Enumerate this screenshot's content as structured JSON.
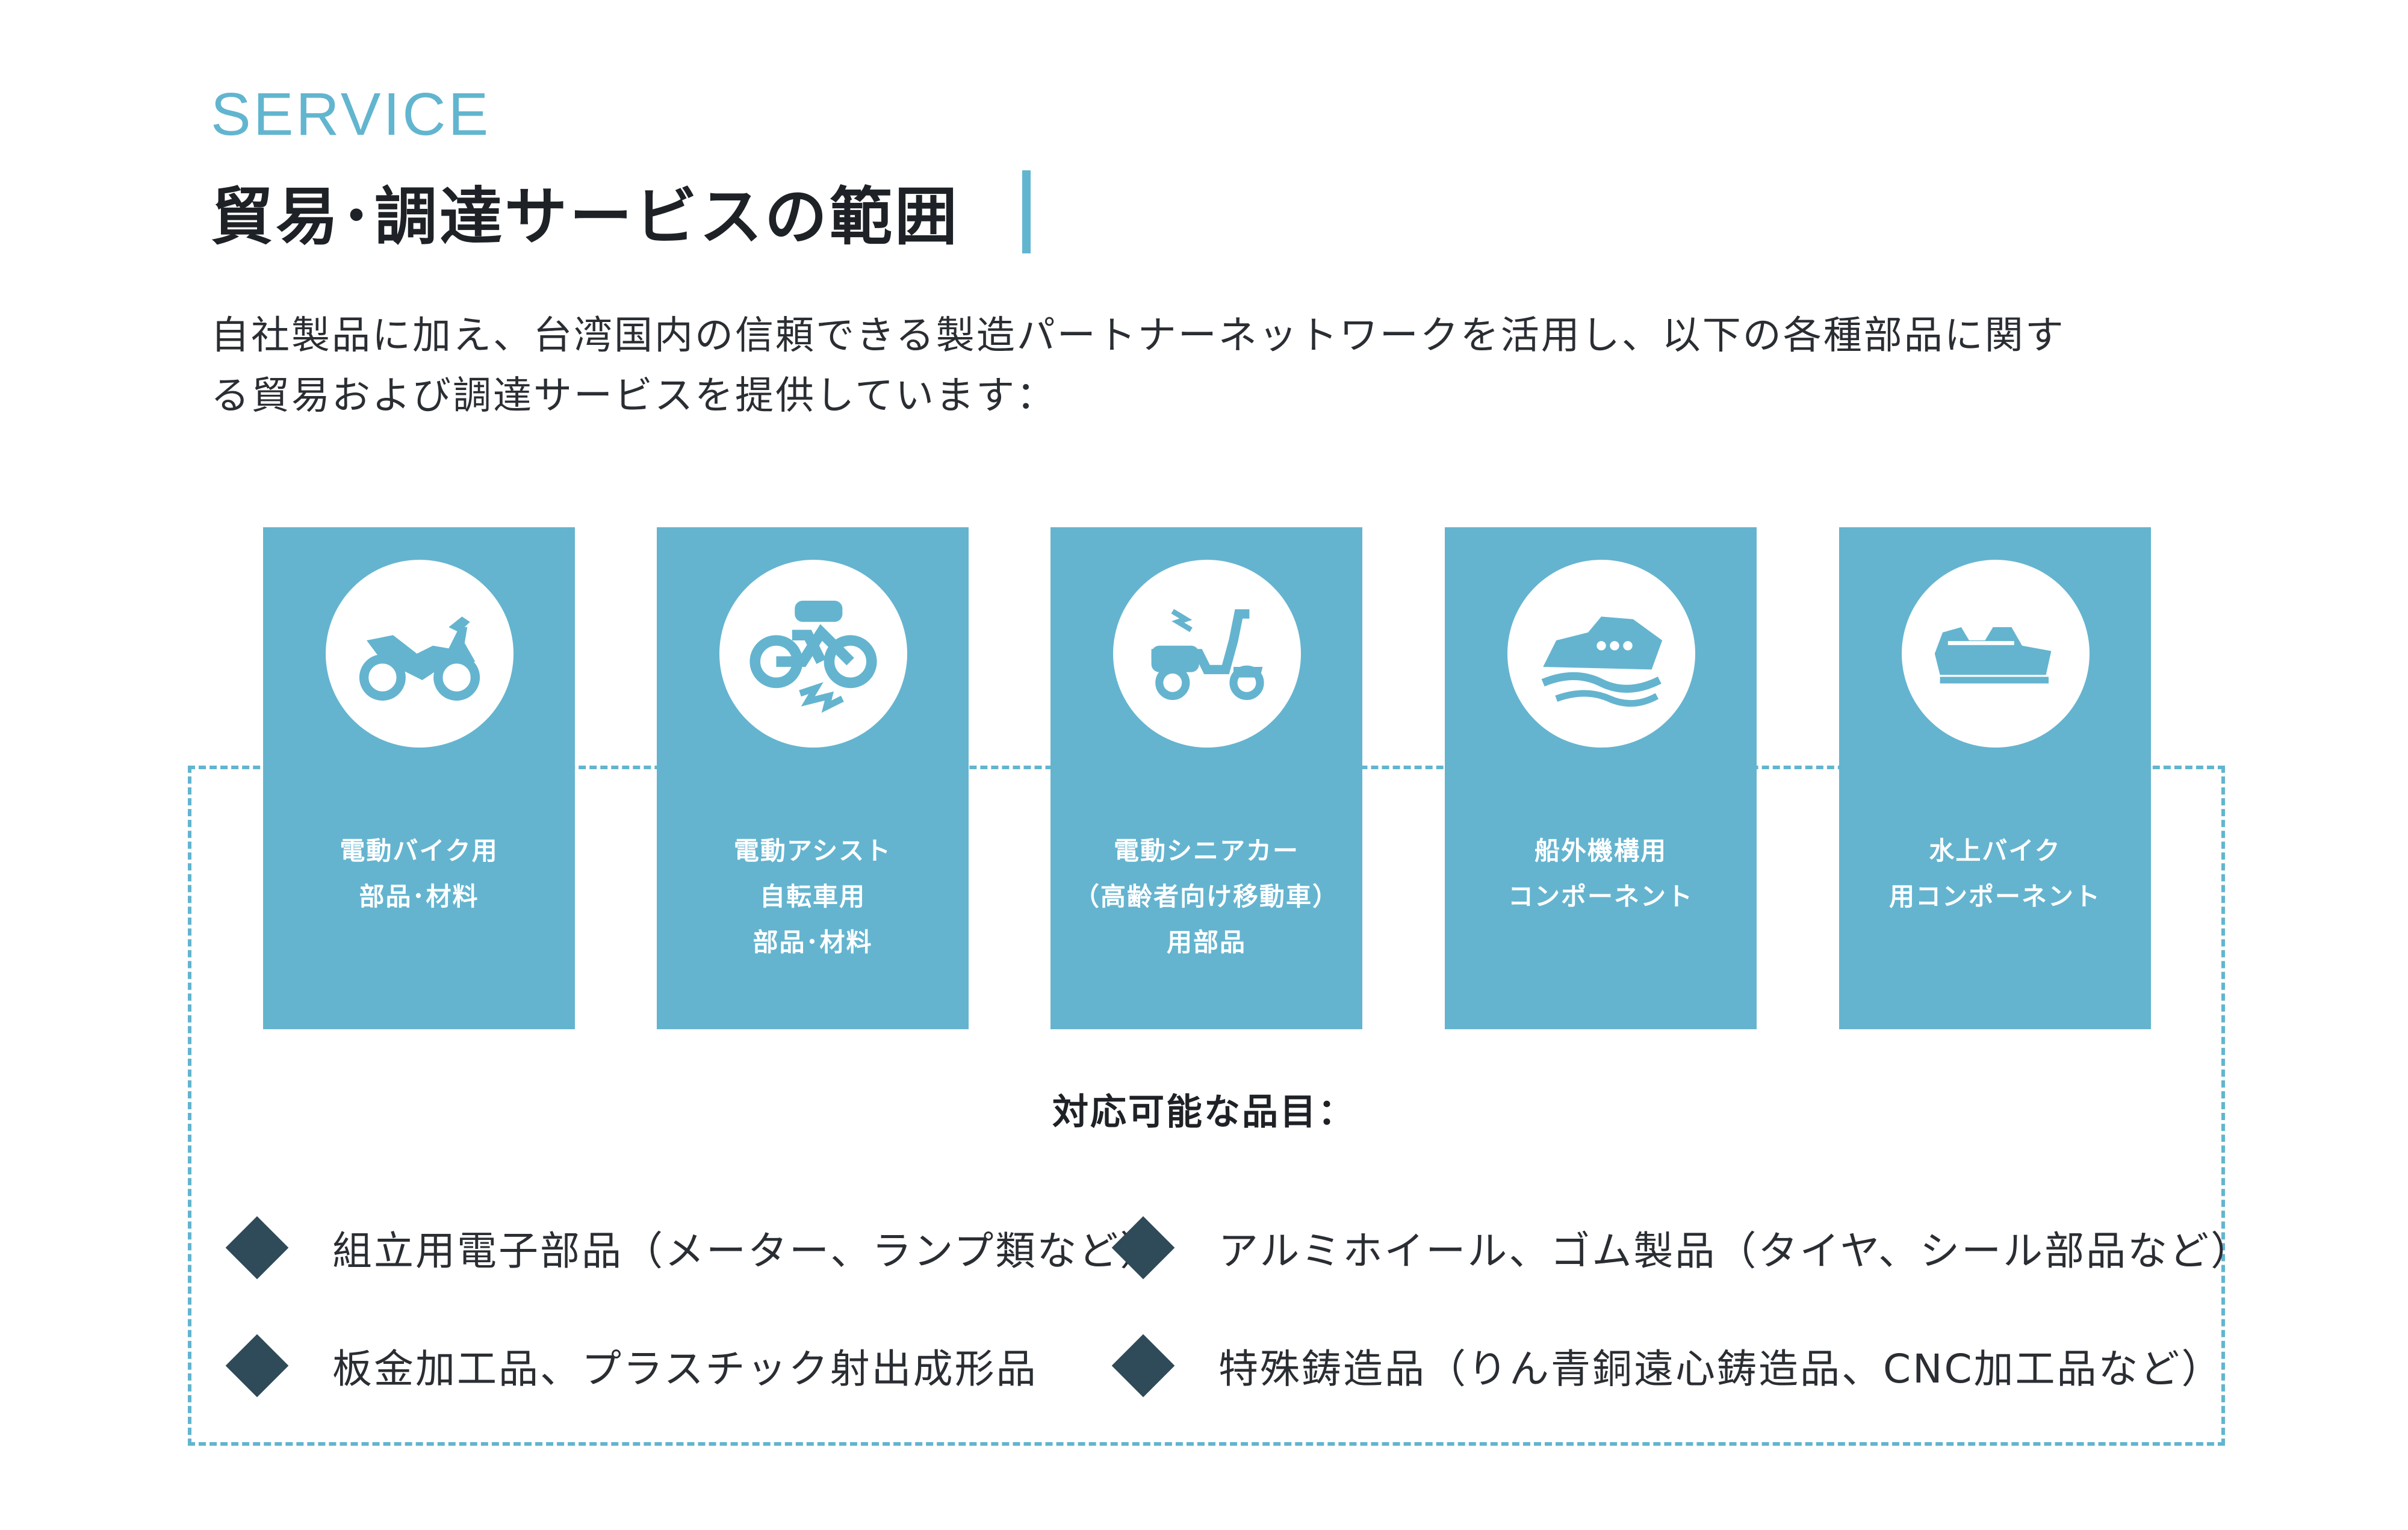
{
  "header": {
    "eyebrow": "SERVICE",
    "title": "貿易･調達サービスの範囲"
  },
  "intro": {
    "line1": "自社製品に加え、台湾国内の信頼できる製造パートナーネットワークを活用し、以下の各種部品に関す",
    "line2": "る貿易および調達サービスを提供しています："
  },
  "cards": [
    {
      "icon": "motorcycle-icon",
      "lines": [
        "電動バイク用",
        "部品･材料"
      ]
    },
    {
      "icon": "electric-bicycle-icon",
      "lines": [
        "電動アシスト",
        "自転車用",
        "部品･材料"
      ]
    },
    {
      "icon": "electric-scooter-icon",
      "lines": [
        "電動シニアカー",
        "（高齢者向け移動車）",
        "用部品"
      ]
    },
    {
      "icon": "boat-icon",
      "lines": [
        "船外機構用",
        "コンポーネント"
      ]
    },
    {
      "icon": "jet-ski-icon",
      "lines": [
        "水上バイク",
        "用コンポーネント"
      ]
    }
  ],
  "items_heading": "対応可能な品目：",
  "items": [
    "組立用電子部品（メーター、ランプ類など）",
    "アルミホイール、ゴム製品（タイヤ、シール部品など）",
    "板金加工品、プラスチック射出成形品",
    "特殊鋳造品（りん青銅遠心鋳造品、CNC加工品など）"
  ],
  "colors": {
    "accent": "#62b5cf",
    "card": "#64b4cf",
    "bullet": "#2f4a58",
    "text": "#1e2226"
  }
}
